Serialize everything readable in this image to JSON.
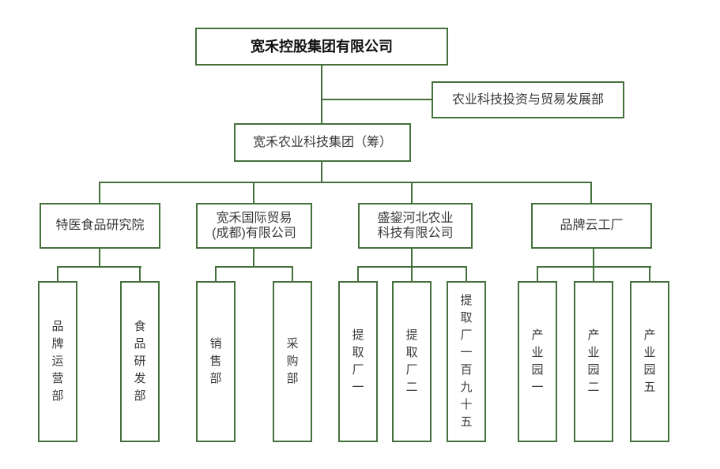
{
  "diagram": {
    "type": "org-chart",
    "colors": {
      "line": "#44703C",
      "box_border": "#44703C",
      "box_fill": "#FFFFFF",
      "text": "#3A3A3A",
      "title_text": "#111111"
    },
    "root": {
      "label": "宽禾控股集团有限公司"
    },
    "staff_department": {
      "label": "农业科技投资与贸易发展部"
    },
    "subsidiary_group": {
      "label": "宽禾农业科技集团（筹）"
    },
    "divisions": [
      {
        "label": "特医食品研究院",
        "children": [
          {
            "label": "品牌运营部"
          },
          {
            "label": "食品研发部"
          }
        ]
      },
      {
        "label": "宽禾国际贸易\n(成都)有限公司",
        "children": [
          {
            "label": "销售部"
          },
          {
            "label": "采购部"
          }
        ]
      },
      {
        "label": "盛鋆河北农业\n科技有限公司",
        "children": [
          {
            "label": "提取厂一"
          },
          {
            "label": "提取厂二"
          },
          {
            "label": "提取厂一百九十五"
          }
        ]
      },
      {
        "label": "品牌云工厂",
        "children": [
          {
            "label": "产业园一"
          },
          {
            "label": "产业园二"
          },
          {
            "label": "产业园五"
          }
        ]
      }
    ]
  }
}
